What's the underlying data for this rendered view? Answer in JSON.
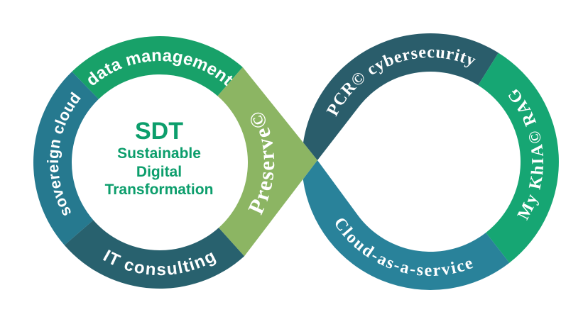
{
  "diagram": {
    "kind": "infinity-loop-services-diagram",
    "center_label": {
      "acronym": "SDT",
      "line1": "Sustainable",
      "line2": "Digital",
      "line3": "Transformation"
    },
    "left_ring": {
      "segments": [
        {
          "id": "data-management",
          "label": "data management"
        },
        {
          "id": "sovereign-cloud",
          "label": "sovereign cloud"
        },
        {
          "id": "it-consulting",
          "label": "IT consulting"
        },
        {
          "id": "preserve",
          "label": "Preserve©"
        }
      ]
    },
    "right_ring": {
      "segments": [
        {
          "id": "pcr-cybersecurity",
          "label": "PCR© cybersecurity"
        },
        {
          "id": "my-khia-rag",
          "label": "My KhIA© RAG"
        },
        {
          "id": "cloud-as-a-service",
          "label": "Cloud-as-a-service"
        }
      ]
    }
  },
  "colors": {
    "data_management": "#18A169",
    "sovereign_cloud": "#26798F",
    "it_consulting": "#28616E",
    "preserve": "#8CB563",
    "pcr_cybersecurity": "#2A5D6B",
    "my_khia_rag": "#16A673",
    "cloud_as_a_service": "#29829A",
    "center_text": "#0C9E6C",
    "label_text": "#FFFFFF"
  }
}
